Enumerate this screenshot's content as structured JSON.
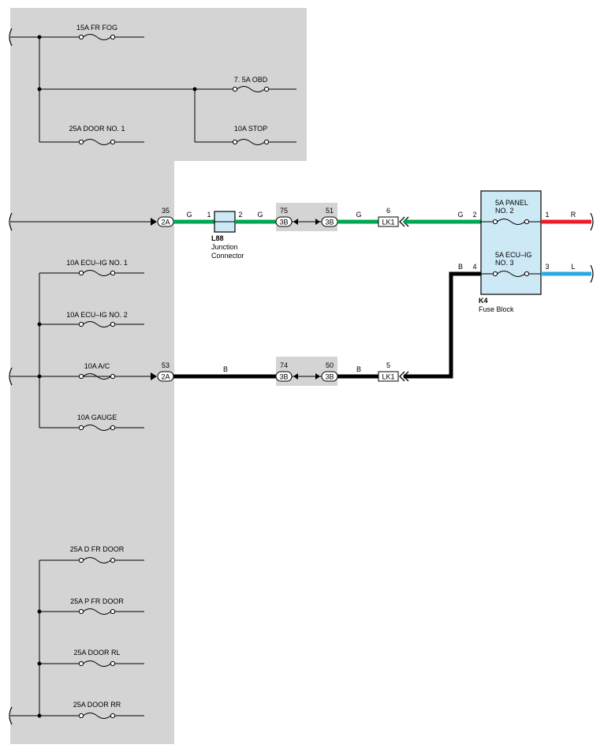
{
  "fuses": {
    "fr_fog": "15A FR FOG",
    "obd": "7. 5A OBD",
    "door_no1": "25A DOOR NO. 1",
    "stop": "10A STOP",
    "ecu_ig_no1": "10A ECU–IG NO. 1",
    "ecu_ig_no2": "10A ECU–IG NO. 2",
    "ac": "10A A/C",
    "gauge": "10A GAUGE",
    "d_fr_door": "25A D FR DOOR",
    "p_fr_door": "25A P FR DOOR",
    "door_rl": "25A DOOR RL",
    "door_rr": "25A DOOR RR"
  },
  "wire_top": {
    "pin_2a": "35",
    "conn_2a": "2A",
    "color_g1": "G",
    "pin_l88_1": "1",
    "pin_l88_2": "2",
    "color_g2": "G",
    "pin_75": "75",
    "conn_3b_a": "3B",
    "pin_51": "51",
    "conn_3b_b": "3B",
    "color_g3": "G",
    "pin_lk1": "6",
    "lk1": "LK1",
    "color_g4": "G",
    "pin_k4_2": "2"
  },
  "wire_bottom": {
    "pin_2a": "53",
    "conn_2a": "2A",
    "color_b1": "B",
    "pin_74": "74",
    "conn_3b_a": "3B",
    "pin_50": "50",
    "conn_3b_b": "3B",
    "color_b2": "B",
    "pin_lk1": "5",
    "lk1": "LK1",
    "color_b3": "B",
    "pin_k4_4": "4"
  },
  "junction": {
    "code": "L88",
    "name_line1": "Junction",
    "name_line2": "Connector"
  },
  "fuse_block": {
    "code": "K4",
    "name": "Fuse Block",
    "fuse1_line1": "5A PANEL",
    "fuse1_line2": "NO. 2",
    "fuse2_line1": "5A ECU–IG",
    "fuse2_line2": "NO. 3",
    "pin_out_1": "1",
    "color_out_1": "R",
    "pin_out_3": "3",
    "color_out_3": "L"
  },
  "colors": {
    "green_wire": "#00a651",
    "black_wire": "#000000",
    "red_wire": "#ed1c24",
    "blue_wire": "#29abe2",
    "panel_gray": "#d4d4d4",
    "fuse_block_fill": "#cde9f6"
  }
}
